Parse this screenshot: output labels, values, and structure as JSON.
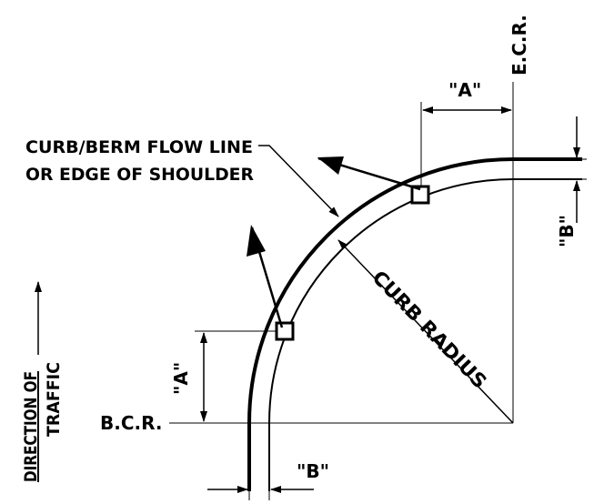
{
  "labels": {
    "ecr": "E.C.R.",
    "bcr": "B.C.R.",
    "dim_a_top": "\"A\"",
    "dim_a_left": "\"A\"",
    "dim_b_right": "\"B\"",
    "dim_b_bottom": "\"B\"",
    "flow_line_1": "CURB/BERM FLOW LINE",
    "flow_line_2": "OR EDGE OF SHOULDER",
    "curb_radius": "CURB RADIUS",
    "direction_1": "DIRECTION OF",
    "direction_2": "TRAFFIC"
  }
}
